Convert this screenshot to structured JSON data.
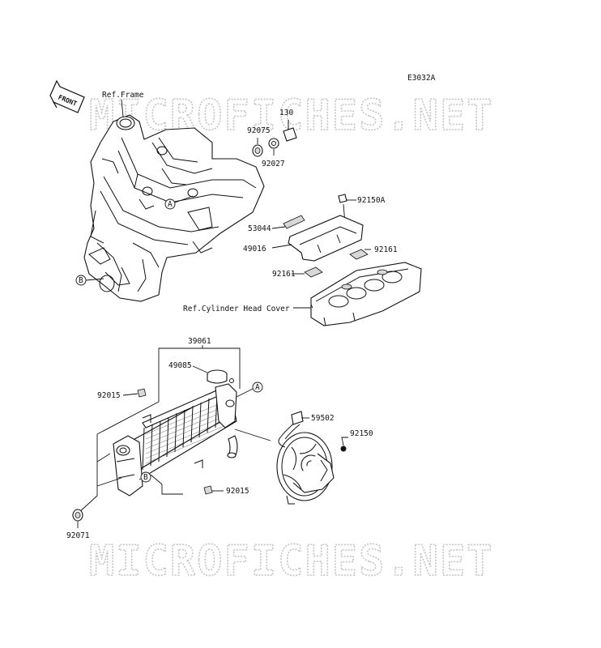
{
  "diagram_code": "E3032A",
  "watermark": "MICROFICHES.NET",
  "front_marker": "FRONT",
  "references": {
    "frame": "Ref.Frame",
    "cylinder_head_cover": "Ref.Cylinder Head Cover"
  },
  "callouts": {
    "a": "A",
    "b": "B"
  },
  "part_numbers": {
    "p130": "130",
    "p92075": "92075",
    "p92027": "92027",
    "p92150A": "92150A",
    "p53044": "53044",
    "p49016": "49016",
    "p92161_right": "92161",
    "p92161_left": "92161",
    "p39061": "39061",
    "p49085": "49085",
    "p92015_top": "92015",
    "p59502": "59502",
    "p92150": "92150",
    "p92015_bottom": "92015",
    "p92071": "92071"
  }
}
